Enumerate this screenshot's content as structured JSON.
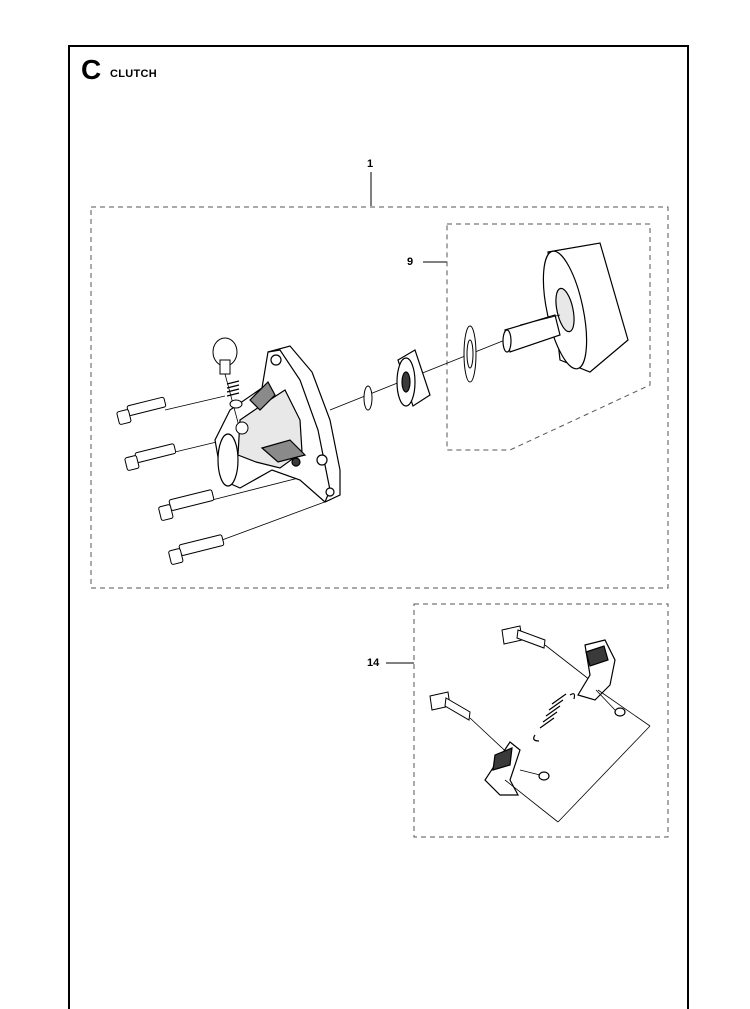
{
  "section": {
    "letter": "C",
    "title": "CLUTCH"
  },
  "callouts": {
    "assembly": "1",
    "drum": "9",
    "shoe_kit": "14"
  },
  "colors": {
    "line": "#000000",
    "dash": "#555555",
    "part_fill": "#ffffff",
    "shade": "#8a8a8a",
    "dark": "#3a3a3a"
  }
}
